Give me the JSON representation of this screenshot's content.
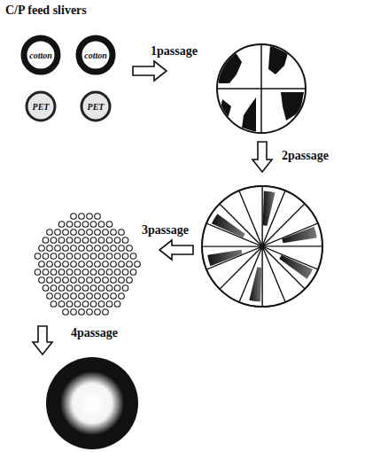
{
  "diagram": {
    "title": "C/P feed slivers",
    "nodes": [
      {
        "text": [
          "cotton"
        ]
      },
      {
        "text": [
          "cotton"
        ]
      },
      {
        "text": [
          "PET"
        ]
      },
      {
        "text": [
          "PET"
        ]
      }
    ],
    "labels": [
      "1passage",
      "2passage",
      "3passage",
      "4passage"
    ]
  }
}
